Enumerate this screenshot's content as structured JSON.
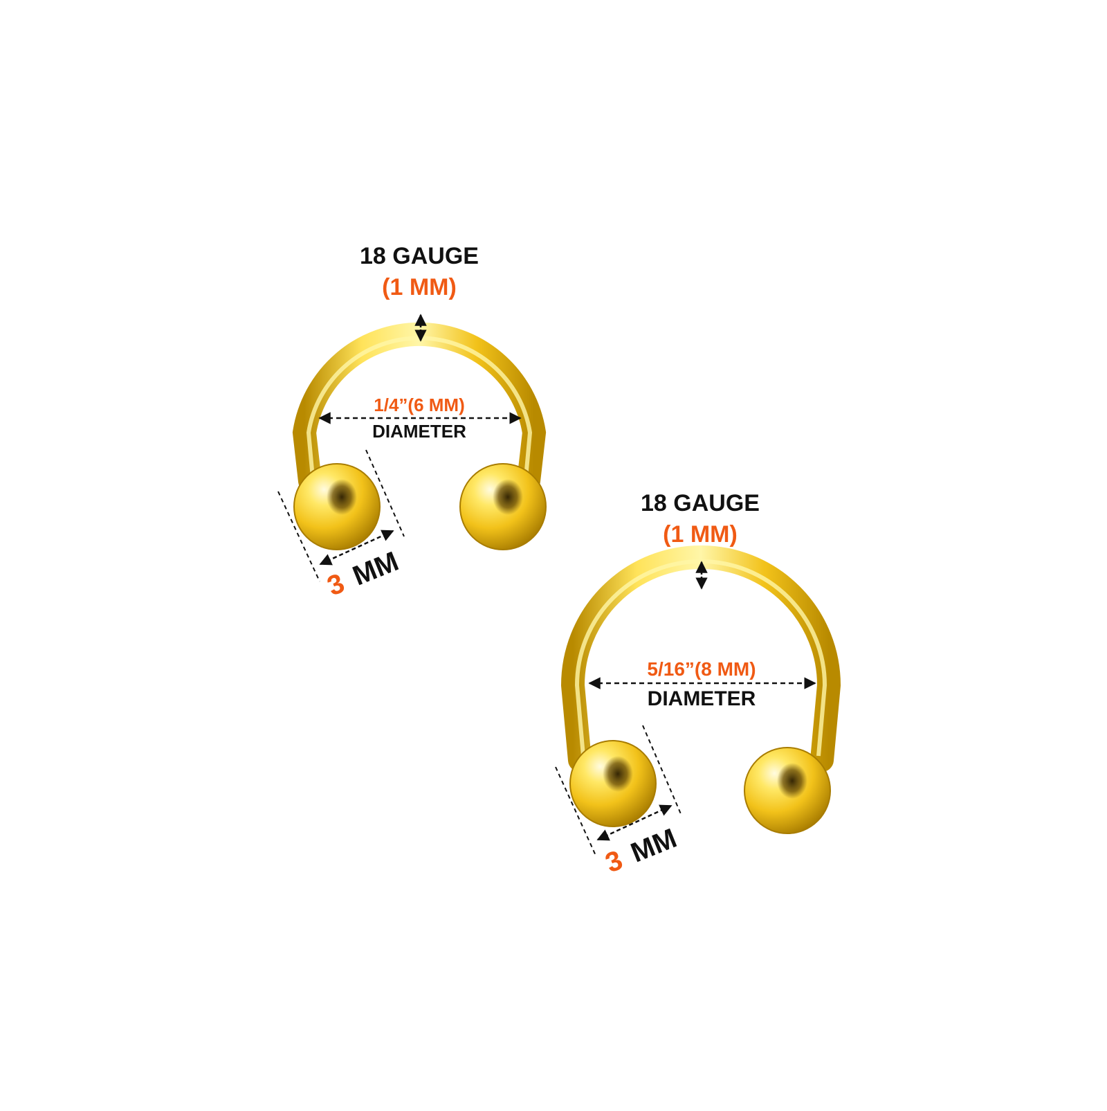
{
  "colors": {
    "background": "#ffffff",
    "label_dark": "#111111",
    "label_accent": "#f05a14",
    "gold_light": "#fff6a8",
    "gold_mid": "#f2c21a",
    "gold_dark": "#b88a00",
    "dash_line": "#111111"
  },
  "rings": [
    {
      "gauge_label": "18 GAUGE",
      "gauge_mm": "(1 MM)",
      "diameter_value": "1/4”(6 MM)",
      "diameter_label": "DIAMETER",
      "ball_number": "3",
      "ball_unit": "MM"
    },
    {
      "gauge_label": "18 GAUGE",
      "gauge_mm": "(1 MM)",
      "diameter_value": "5/16”(8 MM)",
      "diameter_label": "DIAMETER",
      "ball_number": "3",
      "ball_unit": "MM"
    }
  ]
}
